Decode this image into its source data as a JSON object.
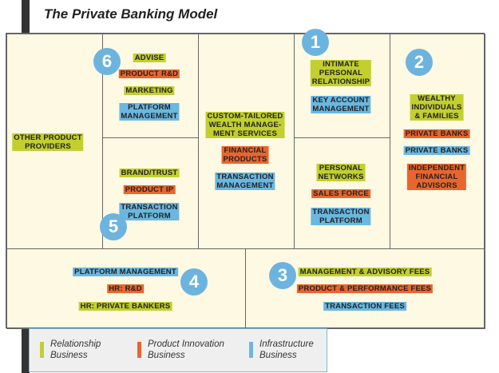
{
  "title": "The Private Banking Model",
  "blocks": {
    "other": {
      "items": [
        {
          "text": "OTHER PRODUCT\nPROVIDERS",
          "color": "green"
        }
      ]
    },
    "activities": {
      "number": "6",
      "items": [
        {
          "text": "ADVISE",
          "color": "green"
        },
        {
          "text": "PRODUCT R&D",
          "color": "red"
        },
        {
          "text": "MARKETING",
          "color": "green"
        },
        {
          "text": "PLATFORM\nMANAGEMENT",
          "color": "blue"
        }
      ]
    },
    "resources": {
      "number": "5",
      "items": [
        {
          "text": "BRAND/TRUST",
          "color": "green"
        },
        {
          "text": "PRODUCT IP",
          "color": "red"
        },
        {
          "text": "TRANSACTION\nPLATFORM",
          "color": "blue"
        }
      ]
    },
    "value": {
      "items": [
        {
          "text": "CUSTOM-TAILORED\nWEALTH MANAGE-\nMENT SERVICES",
          "color": "green"
        },
        {
          "text": "FINANCIAL\nPRODUCTS",
          "color": "red"
        },
        {
          "text": "TRANSACTION\nMANAGEMENT",
          "color": "blue"
        }
      ]
    },
    "relationships": {
      "number": "1",
      "items": [
        {
          "text": "INTIMATE\nPERSONAL\nRELATIONSHIP",
          "color": "green"
        },
        {
          "text": "KEY ACCOUNT\nMANAGEMENT",
          "color": "blue"
        }
      ]
    },
    "channels": {
      "items": [
        {
          "text": "PERSONAL\nNETWORKS",
          "color": "green"
        },
        {
          "text": "SALES FORCE",
          "color": "red"
        },
        {
          "text": "TRANSACTION\nPLATFORM",
          "color": "blue"
        }
      ]
    },
    "segments": {
      "number": "2",
      "items": [
        {
          "text": "WEALTHY\nINDIVIDUALS\n& FAMILIES",
          "color": "green"
        },
        {
          "text": "PRIVATE BANKS",
          "color": "red"
        },
        {
          "text": "PRIVATE BANKS",
          "color": "blue"
        },
        {
          "text": "INDEPENDENT\nFINANCIAL\nADVISORS",
          "color": "red"
        }
      ]
    },
    "costs": {
      "number": "4",
      "items": [
        {
          "text": "PLATFORM MANAGEMENT",
          "color": "blue"
        },
        {
          "text": "HR: R&D",
          "color": "red"
        },
        {
          "text": "HR: PRIVATE BANKERS",
          "color": "green"
        }
      ]
    },
    "revenue": {
      "number": "3",
      "items": [
        {
          "text": "MANAGEMENT & ADVISORY FEES",
          "color": "green"
        },
        {
          "text": "PRODUCT & PERFORMANCE FEES",
          "color": "red"
        },
        {
          "text": "TRANSACTION FEES",
          "color": "blue"
        }
      ]
    }
  },
  "legend": [
    {
      "label": "Relationship\nBusiness",
      "color": "#c3cf2e"
    },
    {
      "label": "Product Innovation\nBusiness",
      "color": "#e8662e"
    },
    {
      "label": "Infrastructure\nBusiness",
      "color": "#6ab7e0"
    }
  ]
}
